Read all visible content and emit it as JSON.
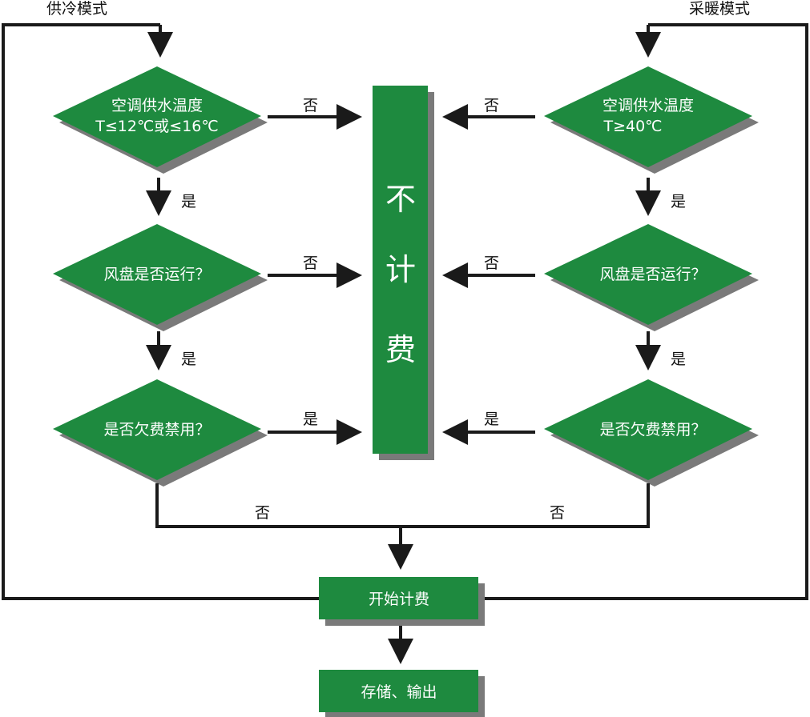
{
  "colors": {
    "node_fill": "#1e8a3f",
    "shadow": "#7a7a7a",
    "line": "#1a1a1a",
    "node_text": "#ffffff",
    "label_text": "#111111"
  },
  "modes": {
    "cooling": "供冷模式",
    "heating": "采暖模式"
  },
  "left": {
    "cond1_line1": "空调供水温度",
    "cond1_line2": "T≤12℃或≤16℃",
    "cond2": "风盘是否运行？",
    "cond3": "是否欠费禁用？"
  },
  "right": {
    "cond1_line1": "空调供水温度",
    "cond1_line2": "T≥40℃",
    "cond2": "风盘是否运行？",
    "cond3": "是否欠费禁用？"
  },
  "center": {
    "no_charge_1": "不",
    "no_charge_2": "计",
    "no_charge_3": "费"
  },
  "boxes": {
    "start_billing": "开始计费",
    "store_output": "存储、输出"
  },
  "edge_labels": {
    "yes": "是",
    "no": "否"
  }
}
